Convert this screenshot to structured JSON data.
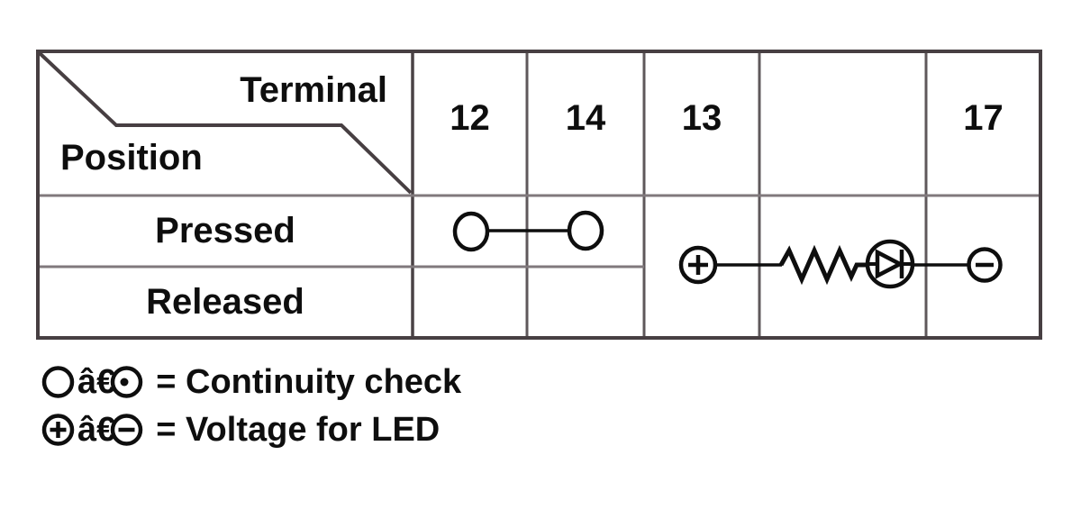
{
  "table": {
    "corner_top_label": "Terminal",
    "corner_bottom_label": "Position",
    "column_headers": [
      "12",
      "14",
      "13",
      "",
      "17"
    ],
    "row_labels": [
      "Pressed",
      "Released"
    ]
  },
  "symbols": {
    "continuity": "circle-line-circle",
    "led_circuit": "plus-resistor-diode-minus"
  },
  "legend": {
    "items": [
      {
        "separator": "â€",
        "text": "= Continuity check"
      },
      {
        "separator": "â€",
        "text": "= Voltage for LED"
      }
    ]
  },
  "colors": {
    "border_dark": "#473f42",
    "grid_vertical": "#5f585b",
    "grid_horizontal": "#80797c",
    "ink": "#0e0e0e"
  }
}
